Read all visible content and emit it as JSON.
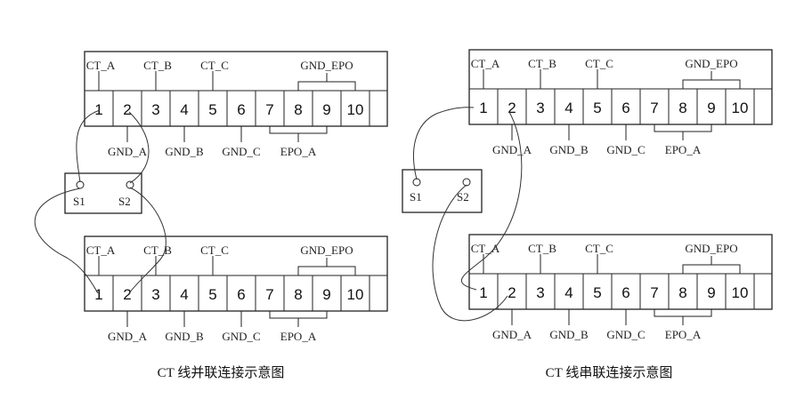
{
  "terminal_numbers": [
    "1",
    "2",
    "3",
    "4",
    "5",
    "6",
    "7",
    "8",
    "9",
    "10"
  ],
  "top_labels": {
    "ct_a": "CT_A",
    "ct_b": "CT_B",
    "ct_c": "CT_C",
    "gnd_epo": "GND_EPO"
  },
  "bottom_labels": {
    "gnd_a": "GND_A",
    "gnd_b": "GND_B",
    "gnd_c": "GND_C",
    "epo_a": "EPO_A"
  },
  "ct_sensor": {
    "s1": "S1",
    "s2": "S2"
  },
  "captions": {
    "parallel": "CT 线并联连接示意图",
    "series": "CT 线串联连接示意图"
  }
}
